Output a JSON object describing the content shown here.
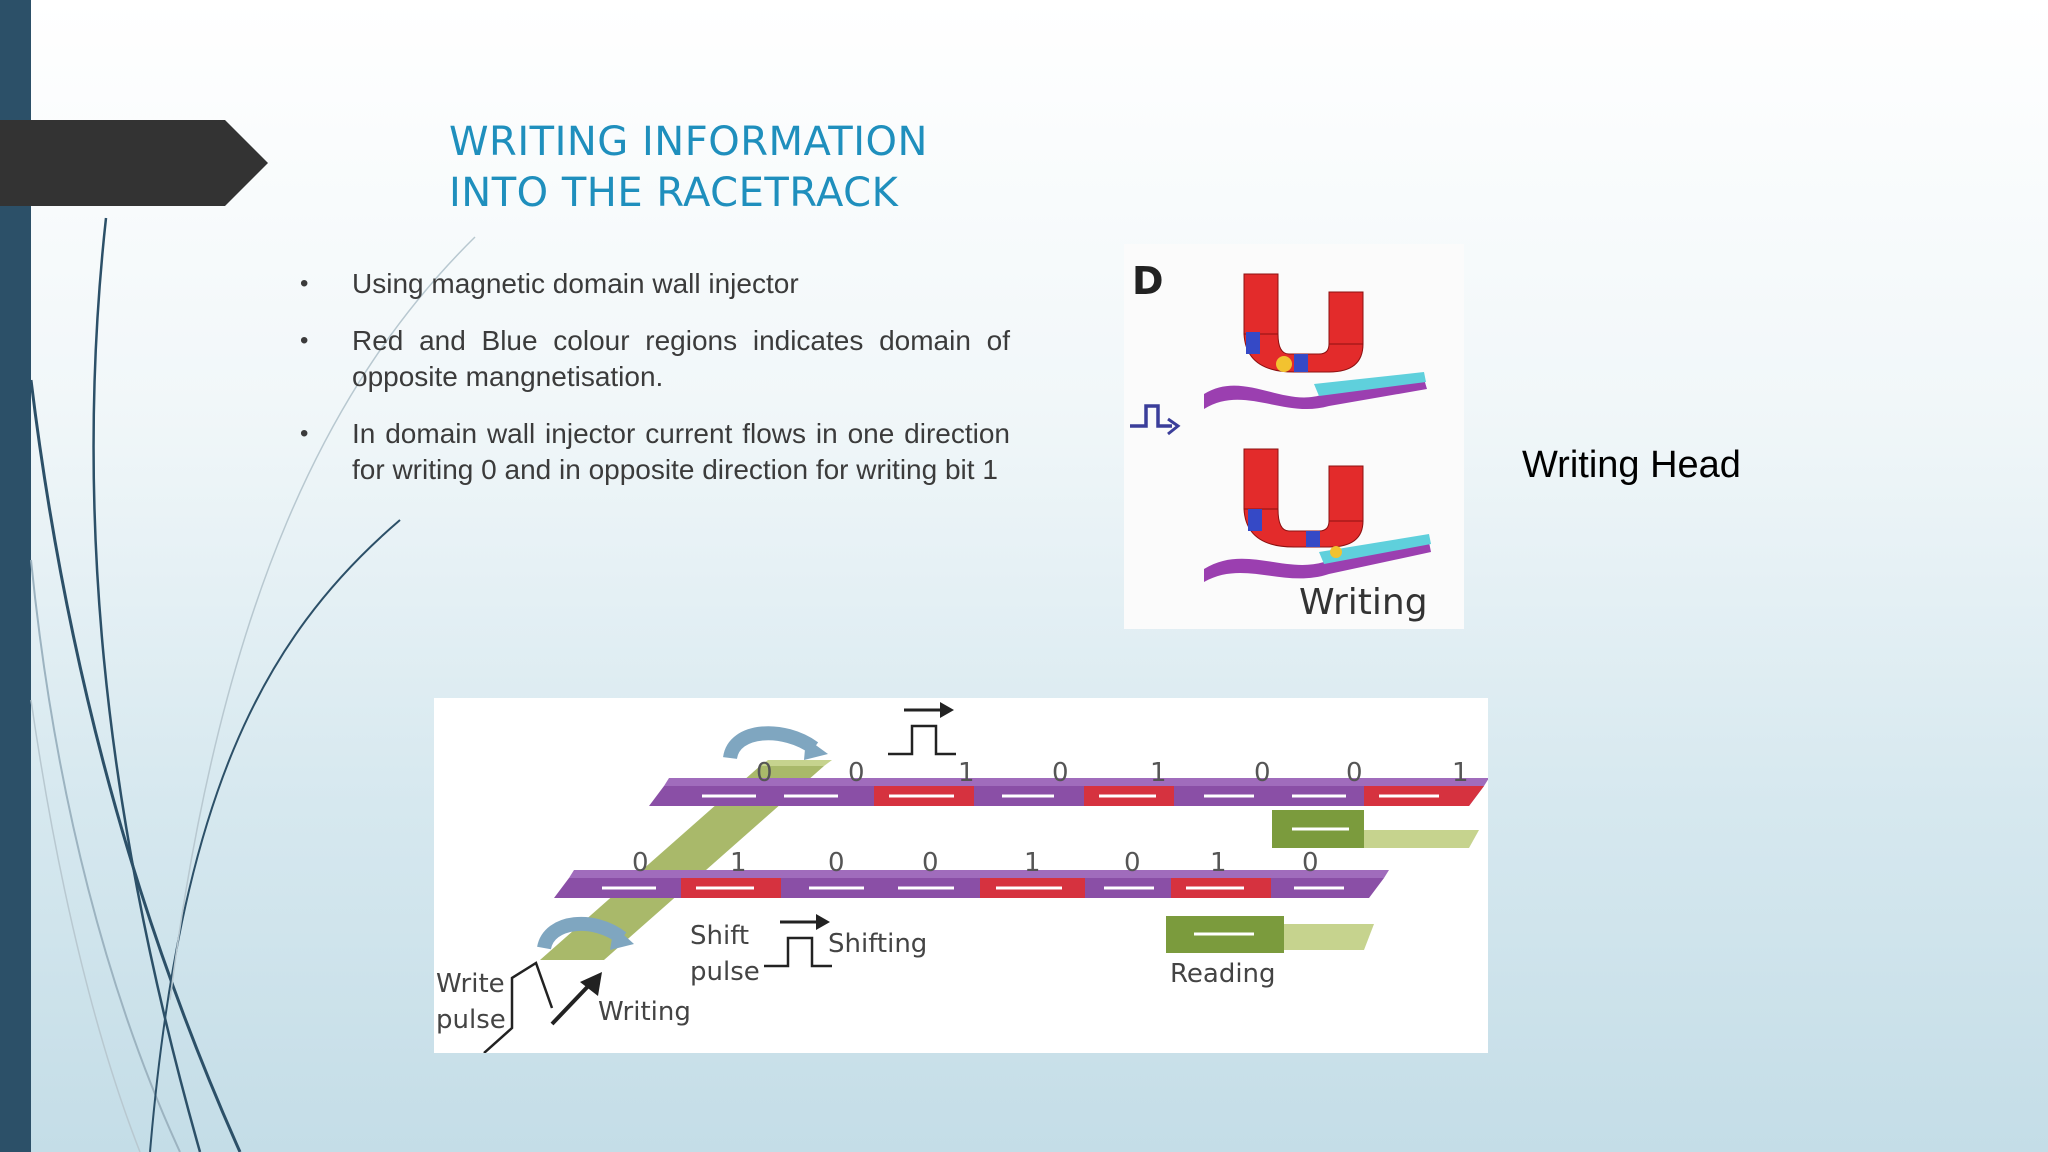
{
  "slide": {
    "title_lines": [
      "WRITING INFORMATION",
      "INTO THE RACETRACK"
    ],
    "bullets": [
      "Using magnetic domain wall injector",
      "Red and Blue colour regions indicates domain of opposite mangnetisation.",
      "In domain wall injector current flows in one direction for writing 0 and in opposite direction for writing bit 1"
    ],
    "bullet_symbol": "•",
    "caption": "Writing Head"
  },
  "figure_d": {
    "panel_letter": "D",
    "label": "Writing"
  },
  "racetrack_figure": {
    "upper_track_bits": [
      "0",
      "0",
      "1",
      "0",
      "1",
      "0",
      "0",
      "1"
    ],
    "lower_track_bits": [
      "0",
      "1",
      "0",
      "0",
      "1",
      "0",
      "1",
      "0"
    ],
    "write_pulse_label": [
      "Write",
      "pulse"
    ],
    "writing_label": "Writing",
    "shift_pulse_label": [
      "Shift",
      "pulse"
    ],
    "shifting_label": "Shifting",
    "reading_label": "Reading"
  },
  "colors": {
    "title": "#1f8fbd",
    "left_bar": "#2c5068",
    "arrow_tab": "#333333",
    "domain_red": "#d6323f",
    "domain_purple": "#8a4fa6",
    "substrate_green": "#a9b96a"
  }
}
